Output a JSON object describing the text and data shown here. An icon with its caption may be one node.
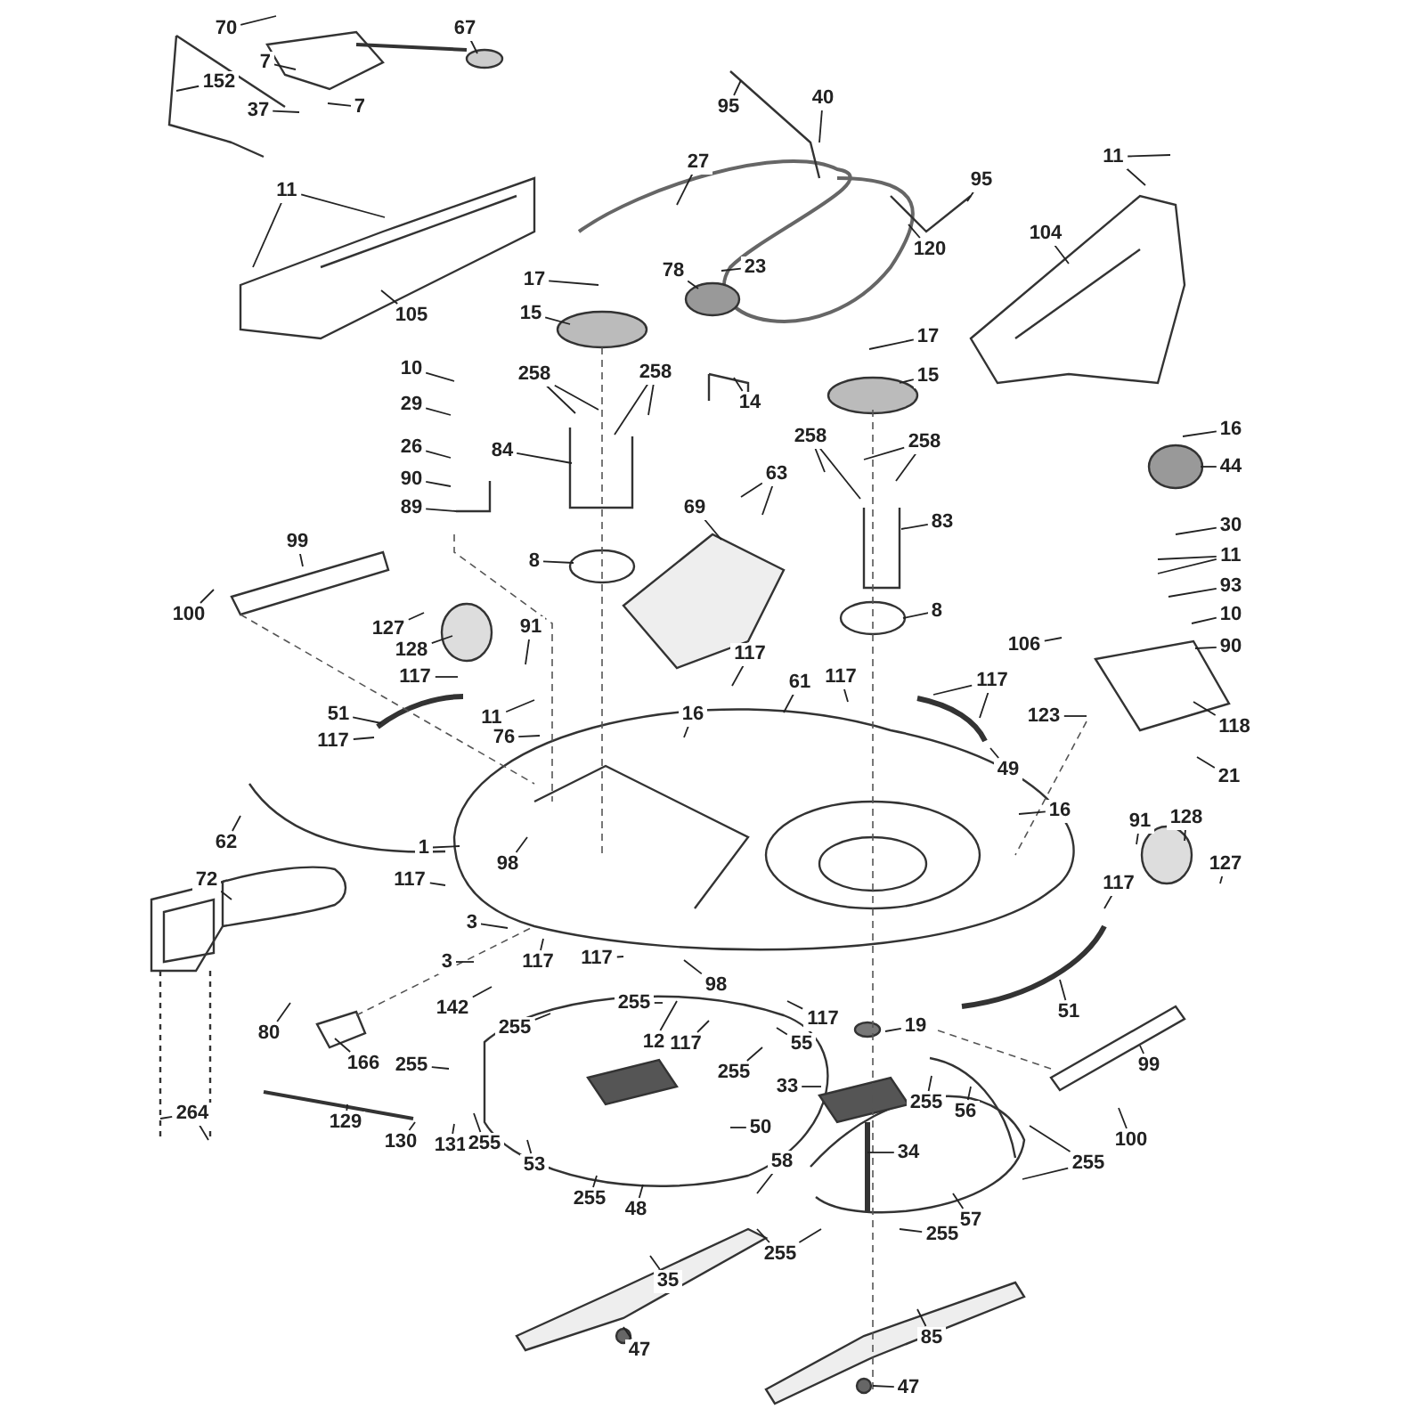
{
  "diagram": {
    "nodes": [
      {
        "text": [
          "70"
        ]
      },
      {
        "text": [
          "67"
        ]
      },
      {
        "text": [
          "7"
        ]
      },
      {
        "text": [
          "152"
        ]
      },
      {
        "text": [
          "37"
        ]
      },
      {
        "text": [
          "7"
        ]
      },
      {
        "text": [
          "11"
        ]
      },
      {
        "text": [
          "105"
        ]
      },
      {
        "text": [
          "27"
        ]
      },
      {
        "text": [
          "95"
        ]
      },
      {
        "text": [
          "40"
        ]
      },
      {
        "text": [
          "95"
        ]
      },
      {
        "text": [
          "120"
        ]
      },
      {
        "text": [
          "11"
        ]
      },
      {
        "text": [
          "104"
        ]
      },
      {
        "text": [
          "17"
        ]
      },
      {
        "text": [
          "15"
        ]
      },
      {
        "text": [
          "78"
        ]
      },
      {
        "text": [
          "23"
        ]
      },
      {
        "text": [
          "14"
        ]
      },
      {
        "text": [
          "17"
        ]
      },
      {
        "text": [
          "15"
        ]
      },
      {
        "text": [
          "10"
        ]
      },
      {
        "text": [
          "29"
        ]
      },
      {
        "text": [
          "26"
        ]
      },
      {
        "text": [
          "90"
        ]
      },
      {
        "text": [
          "89"
        ]
      },
      {
        "text": [
          "258"
        ]
      },
      {
        "text": [
          "258"
        ]
      },
      {
        "text": [
          "84"
        ]
      },
      {
        "text": [
          "8"
        ]
      },
      {
        "text": [
          "69"
        ]
      },
      {
        "text": [
          "63"
        ]
      },
      {
        "text": [
          "258"
        ]
      },
      {
        "text": [
          "258"
        ]
      },
      {
        "text": [
          "83"
        ]
      },
      {
        "text": [
          "8"
        ]
      },
      {
        "text": [
          "16"
        ]
      },
      {
        "text": [
          "44"
        ]
      },
      {
        "text": [
          "30"
        ]
      },
      {
        "text": [
          "11"
        ]
      },
      {
        "text": [
          "93"
        ]
      },
      {
        "text": [
          "10"
        ]
      },
      {
        "text": [
          "90"
        ]
      },
      {
        "text": [
          "106"
        ]
      },
      {
        "text": [
          "99"
        ]
      },
      {
        "text": [
          "100"
        ]
      },
      {
        "text": [
          "127"
        ]
      },
      {
        "text": [
          "128"
        ]
      },
      {
        "text": [
          "91"
        ]
      },
      {
        "text": [
          "117"
        ]
      },
      {
        "text": [
          "51"
        ]
      },
      {
        "text": [
          "117"
        ]
      },
      {
        "text": [
          "11"
        ]
      },
      {
        "text": [
          "76"
        ]
      },
      {
        "text": [
          "117"
        ]
      },
      {
        "text": [
          "61"
        ]
      },
      {
        "text": [
          "117"
        ]
      },
      {
        "text": [
          "117"
        ]
      },
      {
        "text": [
          "16"
        ]
      },
      {
        "text": [
          "123"
        ]
      },
      {
        "text": [
          "118"
        ]
      },
      {
        "text": [
          "49"
        ]
      },
      {
        "text": [
          "21"
        ]
      },
      {
        "text": [
          "16"
        ]
      },
      {
        "text": [
          "1"
        ]
      },
      {
        "text": [
          "62"
        ]
      },
      {
        "text": [
          "98"
        ]
      },
      {
        "text": [
          "117"
        ]
      },
      {
        "text": [
          "3"
        ]
      },
      {
        "text": [
          "3"
        ]
      },
      {
        "text": [
          "72"
        ]
      },
      {
        "text": [
          "91"
        ]
      },
      {
        "text": [
          "128"
        ]
      },
      {
        "text": [
          "127"
        ]
      },
      {
        "text": [
          "117"
        ]
      },
      {
        "text": [
          "51"
        ]
      },
      {
        "text": [
          "117"
        ]
      },
      {
        "text": [
          "117"
        ]
      },
      {
        "text": [
          "142"
        ]
      },
      {
        "text": [
          "255"
        ]
      },
      {
        "text": [
          "255"
        ]
      },
      {
        "text": [
          "12"
        ]
      },
      {
        "text": [
          "117"
        ]
      },
      {
        "text": [
          "98"
        ]
      },
      {
        "text": [
          "55"
        ]
      },
      {
        "text": [
          "117"
        ]
      },
      {
        "text": [
          "80"
        ]
      },
      {
        "text": [
          "166"
        ]
      },
      {
        "text": [
          "255"
        ]
      },
      {
        "text": [
          "255"
        ]
      },
      {
        "text": [
          "19"
        ]
      },
      {
        "text": [
          "33"
        ]
      },
      {
        "text": [
          "255"
        ]
      },
      {
        "text": [
          "56"
        ]
      },
      {
        "text": [
          "264"
        ]
      },
      {
        "text": [
          "129"
        ]
      },
      {
        "text": [
          "130"
        ]
      },
      {
        "text": [
          "131"
        ]
      },
      {
        "text": [
          "255"
        ]
      },
      {
        "text": [
          "53"
        ]
      },
      {
        "text": [
          "50"
        ]
      },
      {
        "text": [
          "34"
        ]
      },
      {
        "text": [
          "58"
        ]
      },
      {
        "text": [
          "255"
        ]
      },
      {
        "text": [
          "255"
        ]
      },
      {
        "text": [
          "48"
        ]
      },
      {
        "text": [
          "57"
        ]
      },
      {
        "text": [
          "255"
        ]
      },
      {
        "text": [
          "255"
        ]
      },
      {
        "text": [
          "35"
        ]
      },
      {
        "text": [
          "85"
        ]
      },
      {
        "text": [
          "47"
        ]
      },
      {
        "text": [
          "47"
        ]
      },
      {
        "text": [
          "99"
        ]
      },
      {
        "text": [
          "100"
        ]
      }
    ],
    "edges": [
      {
        "from": 0,
        "to": null,
        "arrow": "none"
      },
      {
        "from": 1,
        "to": null,
        "arrow": "none"
      },
      {
        "from": 2,
        "to": null,
        "arrow": "none"
      },
      {
        "from": 3,
        "to": null,
        "arrow": "none"
      },
      {
        "from": 4,
        "to": null,
        "arrow": "none"
      },
      {
        "from": 5,
        "to": null,
        "arrow": "none"
      },
      {
        "from": 6,
        "to": null,
        "arrow": "none"
      },
      {
        "from": 6,
        "to": null,
        "arrow": "none"
      },
      {
        "from": 7,
        "to": null,
        "arrow": "none"
      },
      {
        "from": 8,
        "to": null,
        "arrow": "none"
      },
      {
        "from": 9,
        "to": null,
        "arrow": "none"
      },
      {
        "from": 10,
        "to": null,
        "arrow": "none"
      },
      {
        "from": 11,
        "to": null,
        "arrow": "none"
      },
      {
        "from": 12,
        "to": null,
        "arrow": "none"
      },
      {
        "from": 13,
        "to": null,
        "arrow": "none"
      },
      {
        "from": 13,
        "to": null,
        "arrow": "none"
      },
      {
        "from": 14,
        "to": null,
        "arrow": "none"
      },
      {
        "from": 15,
        "to": null,
        "arrow": "none"
      },
      {
        "from": 16,
        "to": null,
        "arrow": "none"
      },
      {
        "from": 17,
        "to": null,
        "arrow": "none"
      },
      {
        "from": 18,
        "to": null,
        "arrow": "none"
      },
      {
        "from": 19,
        "to": null,
        "arrow": "none"
      },
      {
        "from": 20,
        "to": null,
        "arrow": "none"
      },
      {
        "from": 21,
        "to": null,
        "arrow": "none"
      },
      {
        "from": 22,
        "to": null,
        "arrow": "none"
      },
      {
        "from": 23,
        "to": null,
        "arrow": "none"
      },
      {
        "from": 24,
        "to": null,
        "arrow": "none"
      },
      {
        "from": 25,
        "to": null,
        "arrow": "none"
      },
      {
        "from": 26,
        "to": null,
        "arrow": "none"
      },
      {
        "from": 27,
        "to": null,
        "arrow": "none"
      },
      {
        "from": 27,
        "to": null,
        "arrow": "none"
      },
      {
        "from": 28,
        "to": null,
        "arrow": "none"
      },
      {
        "from": 28,
        "to": null,
        "arrow": "none"
      },
      {
        "from": 29,
        "to": null,
        "arrow": "none"
      },
      {
        "from": 30,
        "to": null,
        "arrow": "none"
      },
      {
        "from": 31,
        "to": null,
        "arrow": "none"
      },
      {
        "from": 32,
        "to": null,
        "arrow": "none"
      },
      {
        "from": 32,
        "to": null,
        "arrow": "none"
      },
      {
        "from": 33,
        "to": null,
        "arrow": "none"
      },
      {
        "from": 33,
        "to": null,
        "arrow": "none"
      },
      {
        "from": 34,
        "to": null,
        "arrow": "none"
      },
      {
        "from": 34,
        "to": null,
        "arrow": "none"
      },
      {
        "from": 35,
        "to": null,
        "arrow": "none"
      },
      {
        "from": 36,
        "to": null,
        "arrow": "none"
      },
      {
        "from": 37,
        "to": null,
        "arrow": "none"
      },
      {
        "from": 38,
        "to": null,
        "arrow": "none"
      },
      {
        "from": 39,
        "to": null,
        "arrow": "none"
      },
      {
        "from": 40,
        "to": null,
        "arrow": "none"
      },
      {
        "from": 40,
        "to": null,
        "arrow": "none"
      },
      {
        "from": 41,
        "to": null,
        "arrow": "none"
      },
      {
        "from": 42,
        "to": null,
        "arrow": "none"
      },
      {
        "from": 43,
        "to": null,
        "arrow": "none"
      },
      {
        "from": 44,
        "to": null,
        "arrow": "none"
      },
      {
        "from": 45,
        "to": null,
        "arrow": "none"
      },
      {
        "from": 46,
        "to": null,
        "arrow": "none"
      },
      {
        "from": 47,
        "to": null,
        "arrow": "none"
      },
      {
        "from": 48,
        "to": null,
        "arrow": "none"
      },
      {
        "from": 49,
        "to": null,
        "arrow": "none"
      },
      {
        "from": 50,
        "to": null,
        "arrow": "none"
      },
      {
        "from": 51,
        "to": null,
        "arrow": "none"
      },
      {
        "from": 52,
        "to": null,
        "arrow": "none"
      },
      {
        "from": 53,
        "to": null,
        "arrow": "none"
      },
      {
        "from": 54,
        "to": null,
        "arrow": "none"
      },
      {
        "from": 55,
        "to": null,
        "arrow": "none"
      },
      {
        "from": 56,
        "to": null,
        "arrow": "none"
      },
      {
        "from": 57,
        "to": null,
        "arrow": "none"
      },
      {
        "from": 58,
        "to": null,
        "arrow": "none"
      },
      {
        "from": 58,
        "to": null,
        "arrow": "none"
      },
      {
        "from": 59,
        "to": null,
        "arrow": "none"
      },
      {
        "from": 60,
        "to": null,
        "arrow": "none"
      },
      {
        "from": 61,
        "to": null,
        "arrow": "none"
      },
      {
        "from": 62,
        "to": null,
        "arrow": "none"
      },
      {
        "from": 63,
        "to": null,
        "arrow": "none"
      },
      {
        "from": 64,
        "to": null,
        "arrow": "none"
      },
      {
        "from": 65,
        "to": null,
        "arrow": "none"
      },
      {
        "from": 66,
        "to": null,
        "arrow": "none"
      },
      {
        "from": 67,
        "to": null,
        "arrow": "none"
      },
      {
        "from": 68,
        "to": null,
        "arrow": "none"
      },
      {
        "from": 69,
        "to": null,
        "arrow": "none"
      },
      {
        "from": 70,
        "to": null,
        "arrow": "none"
      },
      {
        "from": 71,
        "to": null,
        "arrow": "none"
      },
      {
        "from": 72,
        "to": null,
        "arrow": "none"
      },
      {
        "from": 73,
        "to": null,
        "arrow": "none"
      },
      {
        "from": 74,
        "to": null,
        "arrow": "none"
      },
      {
        "from": 75,
        "to": null,
        "arrow": "none"
      },
      {
        "from": 76,
        "to": null,
        "arrow": "none"
      },
      {
        "from": 77,
        "to": null,
        "arrow": "none"
      },
      {
        "from": 78,
        "to": null,
        "arrow": "none"
      },
      {
        "from": 79,
        "to": null,
        "arrow": "none"
      },
      {
        "from": 80,
        "to": null,
        "arrow": "none"
      },
      {
        "from": 81,
        "to": null,
        "arrow": "none"
      },
      {
        "from": 82,
        "to": null,
        "arrow": "none"
      },
      {
        "from": 83,
        "to": null,
        "arrow": "none"
      },
      {
        "from": 84,
        "to": null,
        "arrow": "none"
      },
      {
        "from": 85,
        "to": null,
        "arrow": "none"
      },
      {
        "from": 86,
        "to": null,
        "arrow": "none"
      },
      {
        "from": 87,
        "to": null,
        "arrow": "none"
      },
      {
        "from": 88,
        "to": null,
        "arrow": "none"
      },
      {
        "from": 89,
        "to": null,
        "arrow": "none"
      },
      {
        "from": 90,
        "to": null,
        "arrow": "none"
      },
      {
        "from": 91,
        "to": null,
        "arrow": "none"
      },
      {
        "from": 92,
        "to": null,
        "arrow": "none"
      },
      {
        "from": 93,
        "to": null,
        "arrow": "none"
      },
      {
        "from": 94,
        "to": null,
        "arrow": "none"
      },
      {
        "from": 95,
        "to": null,
        "arrow": "none"
      },
      {
        "from": 95,
        "to": null,
        "arrow": "none"
      },
      {
        "from": 96,
        "to": null,
        "arrow": "none"
      },
      {
        "from": 97,
        "to": null,
        "arrow": "none"
      },
      {
        "from": 98,
        "to": null,
        "arrow": "none"
      },
      {
        "from": 99,
        "to": null,
        "arrow": "none"
      },
      {
        "from": 100,
        "to": null,
        "arrow": "none"
      },
      {
        "from": 101,
        "to": null,
        "arrow": "none"
      },
      {
        "from": 102,
        "to": null,
        "arrow": "none"
      },
      {
        "from": 103,
        "to": null,
        "arrow": "none"
      },
      {
        "from": 104,
        "to": null,
        "arrow": "none"
      },
      {
        "from": 104,
        "to": null,
        "arrow": "none"
      },
      {
        "from": 105,
        "to": null,
        "arrow": "none"
      },
      {
        "from": 106,
        "to": null,
        "arrow": "none"
      },
      {
        "from": 107,
        "to": null,
        "arrow": "none"
      },
      {
        "from": 108,
        "to": null,
        "arrow": "none"
      },
      {
        "from": 108,
        "to": null,
        "arrow": "none"
      },
      {
        "from": 109,
        "to": null,
        "arrow": "none"
      },
      {
        "from": 110,
        "to": null,
        "arrow": "none"
      },
      {
        "from": 111,
        "to": null,
        "arrow": "none"
      },
      {
        "from": 112,
        "to": null,
        "arrow": "none"
      },
      {
        "from": 113,
        "to": null,
        "arrow": "none"
      },
      {
        "from": 114,
        "to": null,
        "arrow": "none"
      },
      {
        "from": 115,
        "to": null,
        "arrow": "none"
      }
    ]
  }
}
